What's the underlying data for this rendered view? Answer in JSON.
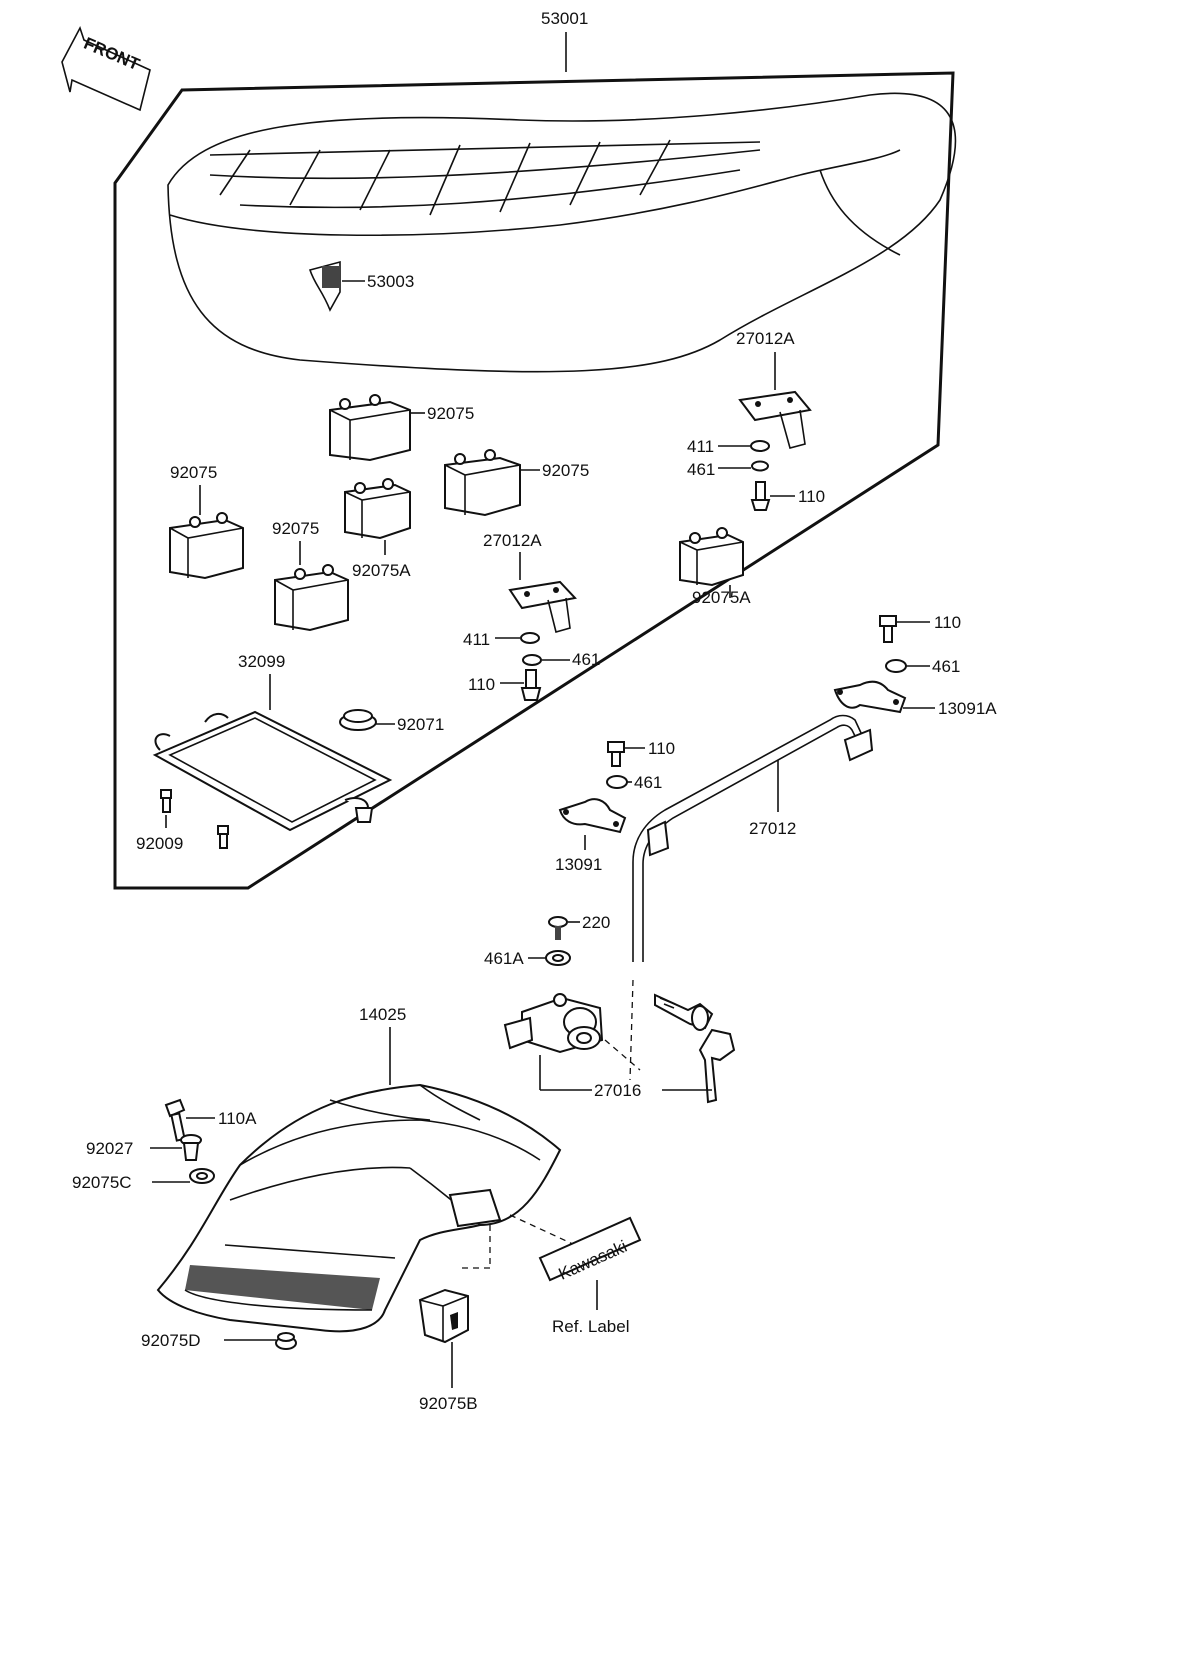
{
  "front_arrow": {
    "text": "FRONT"
  },
  "ref_label": {
    "badge_text": "Kawasaki",
    "caption": "Ref.  Label"
  },
  "callouts": {
    "seat": "53001",
    "seat_patch": "53003",
    "hinge_bracket_upper": "27012A",
    "washer_upper_right": "411",
    "lockwasher_upper_right": "461",
    "bolt_upper_right": "110",
    "damper_top": "92075",
    "damper_middle": "92075",
    "damper_left": "92075",
    "damper_center_left": "92075",
    "damper_a_left": "92075A",
    "hinge_bracket_center": "27012A",
    "washer_center": "411",
    "lockwasher_center": "461",
    "bolt_center": "110",
    "damper_a_right": "92075A",
    "tray": "32099",
    "grommet": "92071",
    "tray_bolt": "92009",
    "bolt_right": "110",
    "lockwasher_right": "461",
    "clamp_right": "13091A",
    "bolt_clamp_left": "110",
    "lockwasher_clamp_left": "461",
    "seat_rod": "27012",
    "clamp_left": "13091",
    "screw_lock": "220",
    "washer_lock": "461A",
    "tail_cover": "14025",
    "seat_lock": "27016",
    "cover_bolt": "110A",
    "collar": "92027",
    "washer_cover": "92075C",
    "damper_cover": "92075D",
    "damper_cover_b": "92075B"
  }
}
